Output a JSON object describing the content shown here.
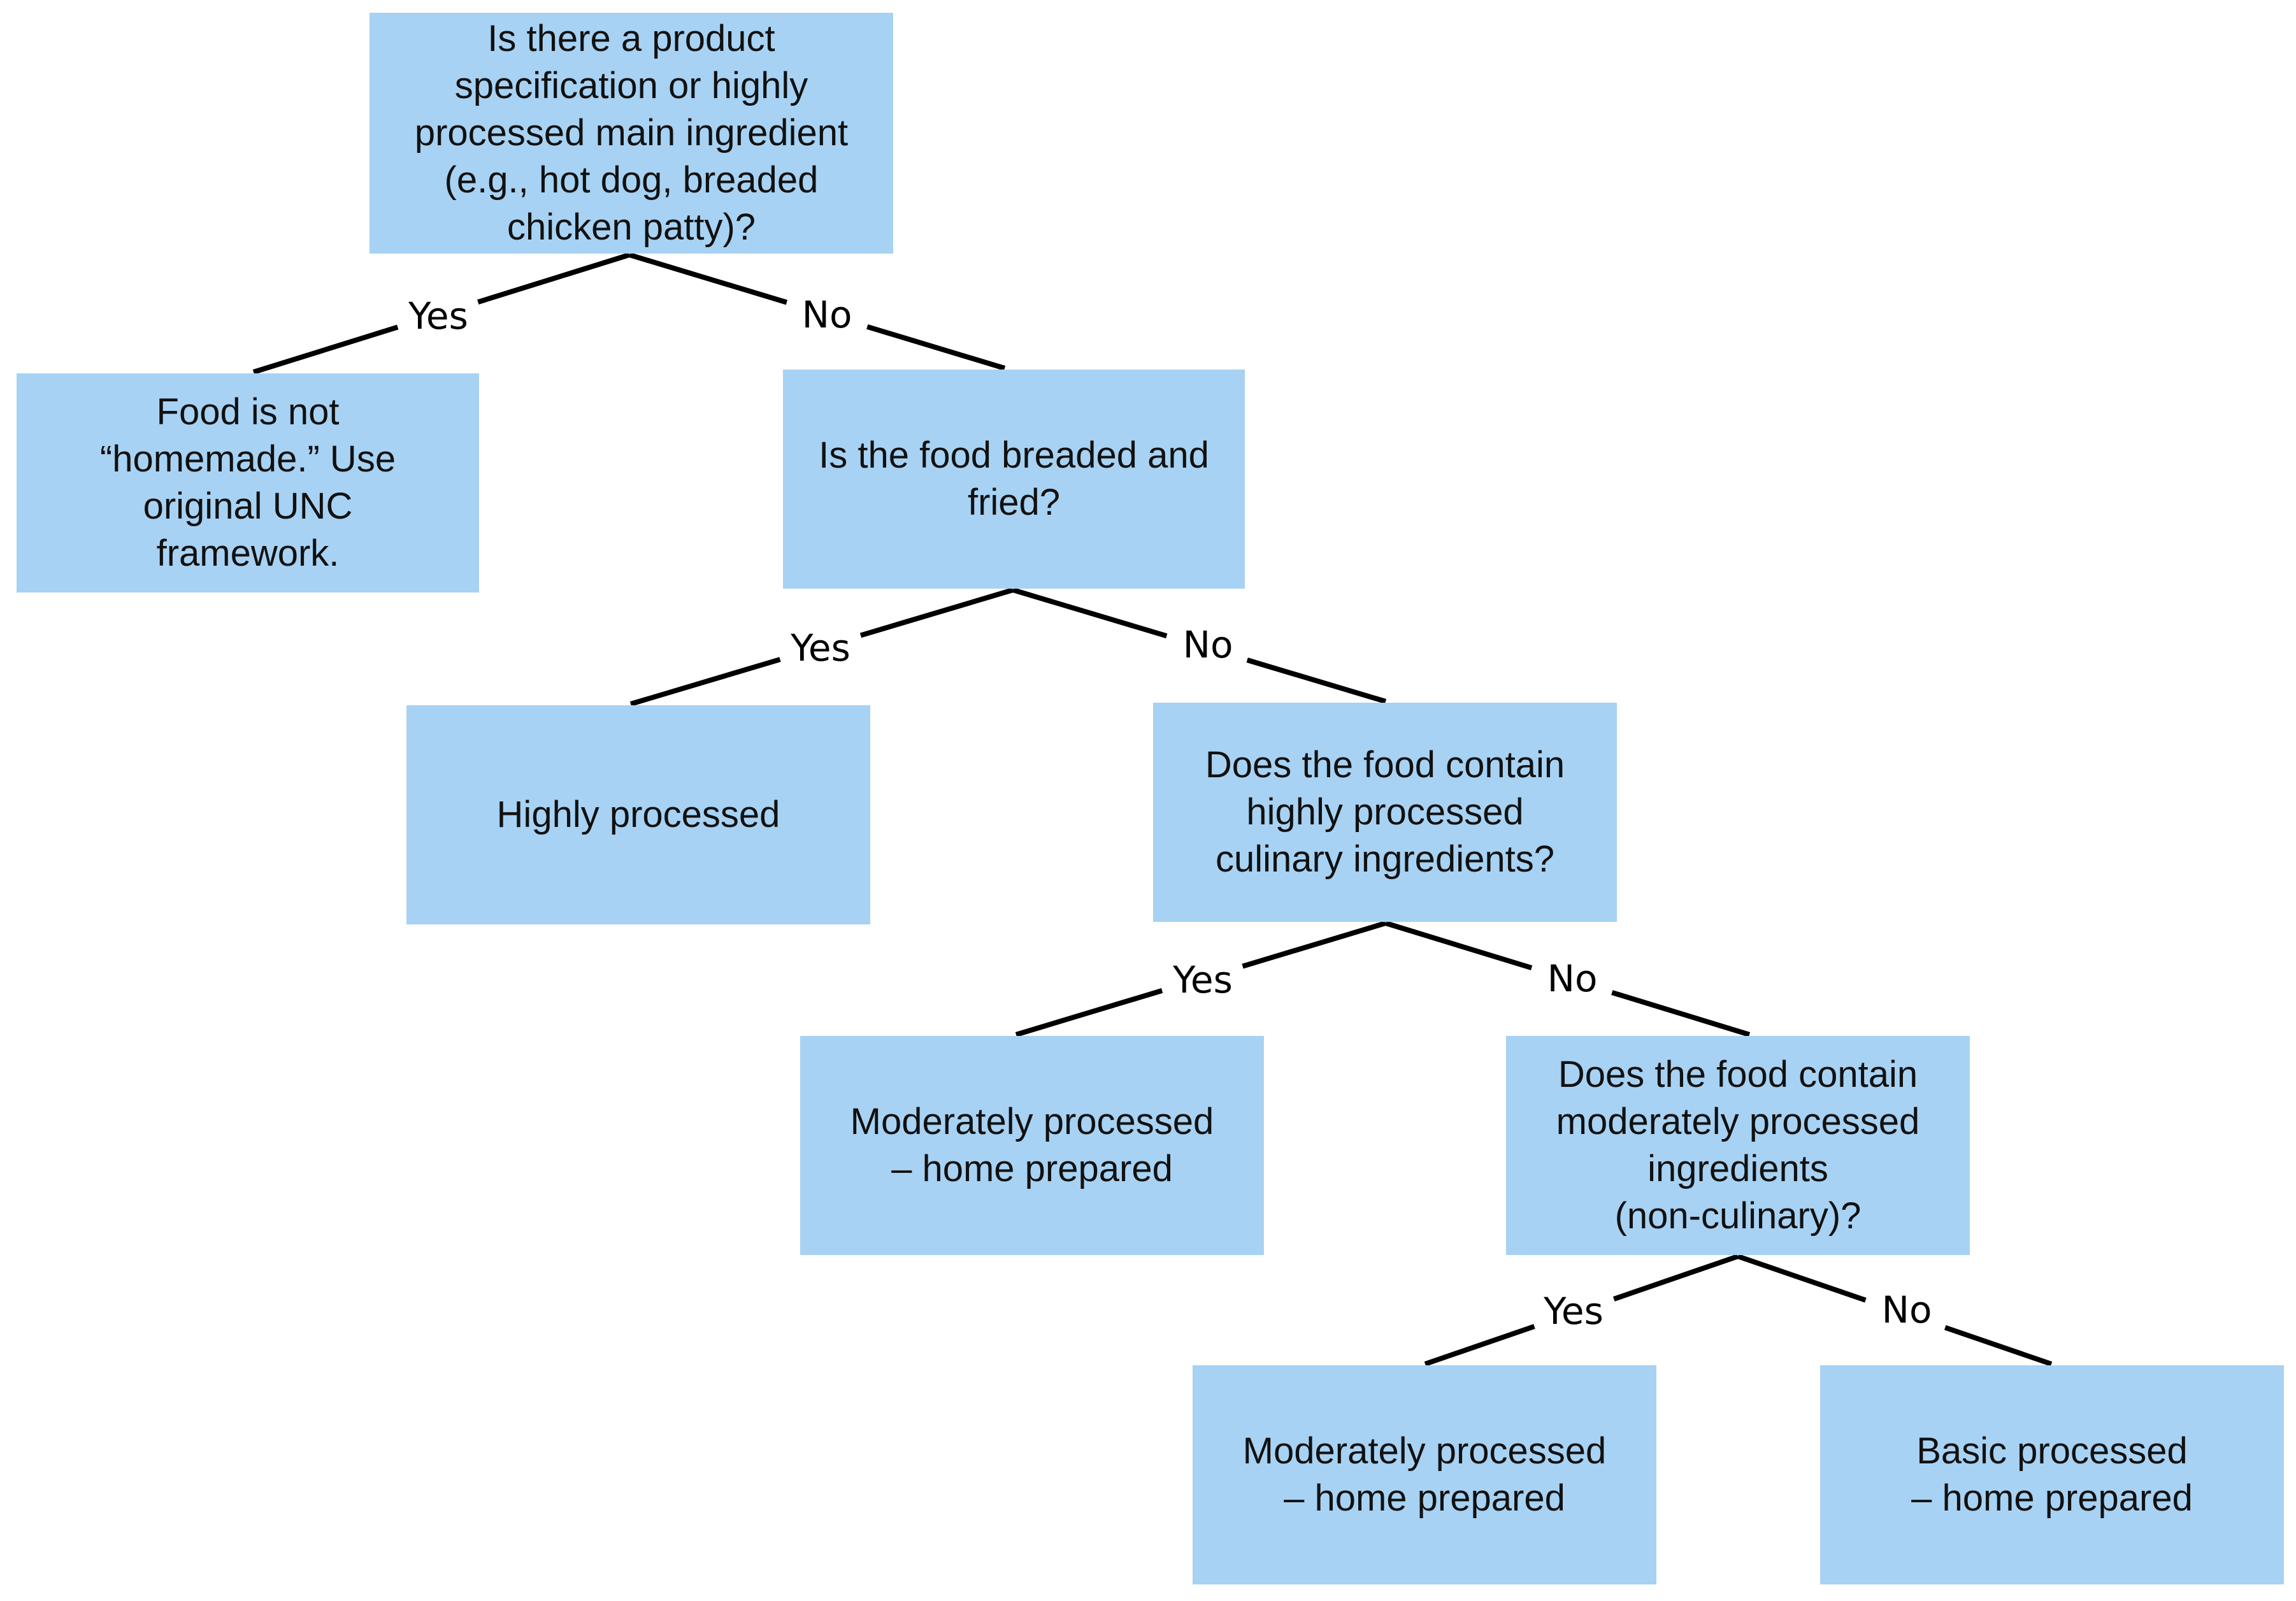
{
  "nodes": {
    "q1": "Is there a product\nspecification or highly\nprocessed main ingredient\n(e.g., hot dog, breaded\nchicken patty)?",
    "not_homemade": "Food is not\n“homemade.” Use\noriginal UNC\nframework.",
    "q2": "Is the food breaded and\nfried?",
    "highly_processed": "Highly processed",
    "q3": "Does the food contain\nhighly processed\nculinary ingredients?",
    "moderate_1": "Moderately processed\n– home prepared",
    "q4": "Does the food contain\nmoderately processed\ningredients\n(non-culinary)?",
    "moderate_2": "Moderately processed\n– home prepared",
    "basic": "Basic processed\n– home prepared"
  },
  "edges": [
    {
      "from": "q1",
      "to": "not_homemade",
      "label": "Yes"
    },
    {
      "from": "q1",
      "to": "q2",
      "label": "No"
    },
    {
      "from": "q2",
      "to": "highly_processed",
      "label": "Yes"
    },
    {
      "from": "q2",
      "to": "q3",
      "label": "No"
    },
    {
      "from": "q3",
      "to": "moderate_1",
      "label": "Yes"
    },
    {
      "from": "q3",
      "to": "q4",
      "label": "No"
    },
    {
      "from": "q4",
      "to": "moderate_2",
      "label": "Yes"
    },
    {
      "from": "q4",
      "to": "basic",
      "label": "No"
    }
  ],
  "colors": {
    "box_fill": "#a7d2f3",
    "line": "#000000"
  }
}
